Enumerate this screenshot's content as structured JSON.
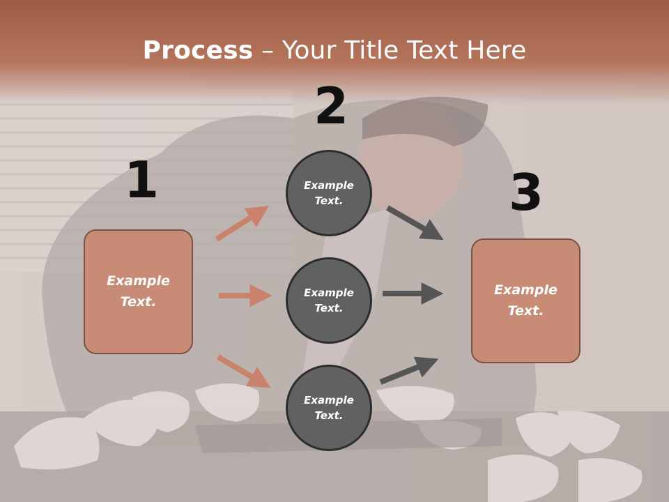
{
  "slide": {
    "title_bold": "Process",
    "title_rest": " – Your Title Text Here"
  },
  "diagram": {
    "steps": [
      {
        "number": "1",
        "text": "Example Text."
      },
      {
        "number": "2",
        "nodes": [
          "Example Text.",
          "Example Text.",
          "Example Text."
        ]
      },
      {
        "number": "3",
        "text": "Example Text."
      }
    ]
  },
  "colors": {
    "box_fill": "#c88c76",
    "box_border": "#7a5244",
    "circle_fill": "#616161",
    "circle_border": "#2d2d2d",
    "arrow_orange": "#c9826c",
    "arrow_gray": "#555555",
    "title_band": "#9a563e"
  }
}
